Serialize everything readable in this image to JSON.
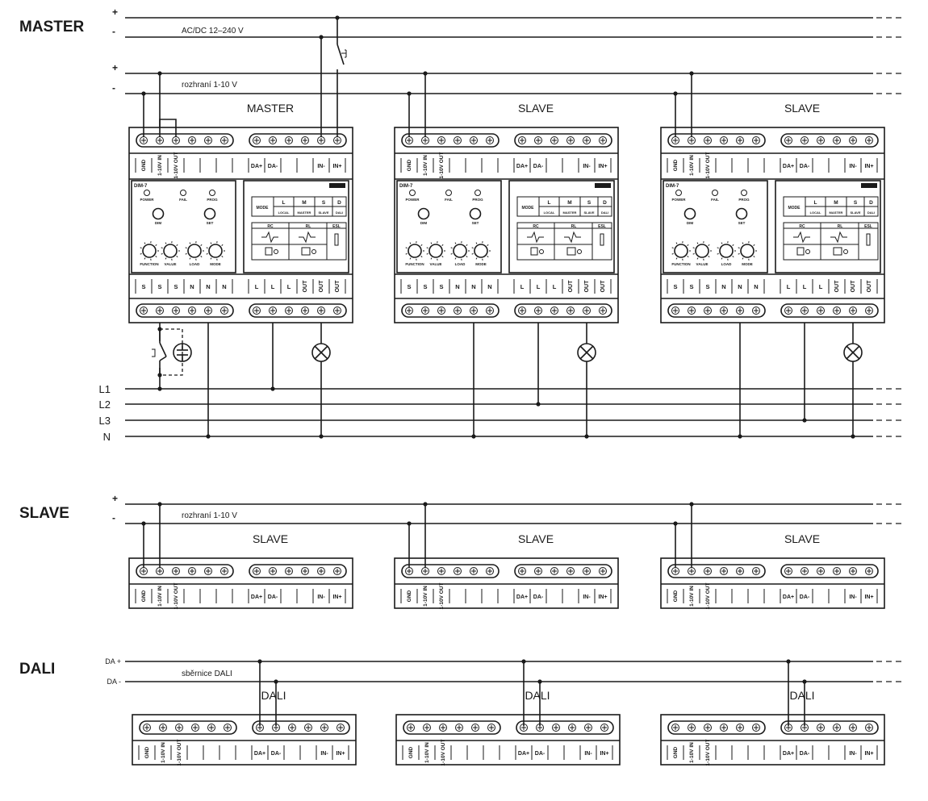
{
  "sections": {
    "master": "MASTER",
    "slave": "SLAVE",
    "dali": "DALI"
  },
  "buses": {
    "plus": "+",
    "minus": "-",
    "acdc_label": "AC/DC 12–240 V",
    "interface_label": "rozhraní 1-10 V",
    "dali_label": "sběrnice DALI",
    "da_plus": "DA +",
    "da_minus": "DA -"
  },
  "phases": [
    "L1",
    "L2",
    "L3",
    "N"
  ],
  "device_titles": {
    "row1": [
      "MASTER",
      "SLAVE",
      "SLAVE"
    ],
    "row2": [
      "SLAVE",
      "SLAVE",
      "SLAVE"
    ],
    "row3": [
      "DALI",
      "DALI",
      "DALI"
    ]
  },
  "terminals_top": [
    "GND",
    "1-10V IN",
    "1-10V OUT",
    "DA+",
    "DA-",
    "IN-",
    "IN+"
  ],
  "terminals_bottom": [
    "S",
    "S",
    "S",
    "N",
    "N",
    "N",
    "L",
    "L",
    "L",
    "OUT",
    "OUT",
    "OUT"
  ],
  "face": {
    "model": "DIM-7",
    "leds": [
      "POWER",
      "FAIL",
      "PROG"
    ],
    "buttons": [
      "DIM",
      "SET"
    ],
    "knobs": [
      "FUNCTION",
      "VALUE",
      "LOAD",
      "MODE"
    ],
    "mode_header": "MODE",
    "modes": [
      {
        "key": "L",
        "name": "LOCAL"
      },
      {
        "key": "M",
        "name": "MASTER"
      },
      {
        "key": "S",
        "name": "SLAVE"
      },
      {
        "key": "D",
        "name": "DALI"
      }
    ],
    "loads": [
      "RC",
      "RL",
      "ESL"
    ]
  }
}
